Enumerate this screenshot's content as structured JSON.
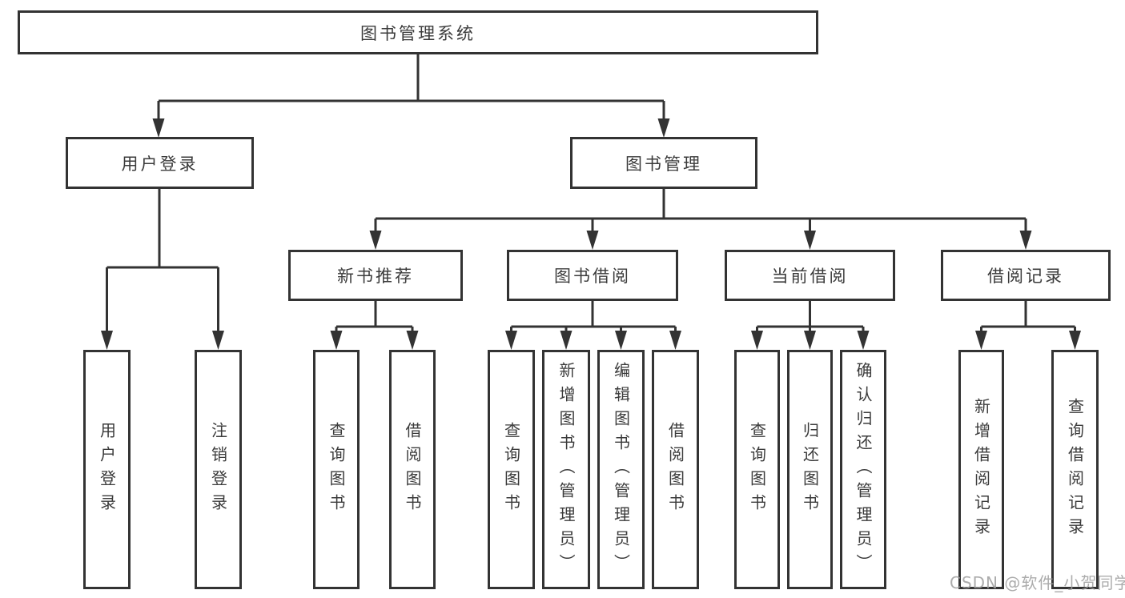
{
  "diagram": {
    "root": {
      "label": "图书管理系统"
    },
    "user_login": {
      "label": "用户登录",
      "children": [
        "用户登录",
        "注销登录"
      ]
    },
    "book_mgmt": {
      "label": "图书管理",
      "sections": [
        {
          "label": "新书推荐",
          "children": [
            "查询图书",
            "借阅图书"
          ]
        },
        {
          "label": "图书借阅",
          "children": [
            "查询图书",
            "新增图书（管理员）",
            "编辑图书（管理员）",
            "借阅图书"
          ]
        },
        {
          "label": "当前借阅",
          "children": [
            "查询图书",
            "归还图书",
            "确认归还（管理员）"
          ]
        },
        {
          "label": "借阅记录",
          "children": [
            "新增借阅记录",
            "查询借阅记录"
          ]
        }
      ]
    }
  },
  "watermark": {
    "text": "CSDN @软件_小贺同学"
  },
  "colors": {
    "line": "#333333",
    "text": "#3b3b3b",
    "background": "#ffffff",
    "watermark": "#9e9e9e"
  }
}
